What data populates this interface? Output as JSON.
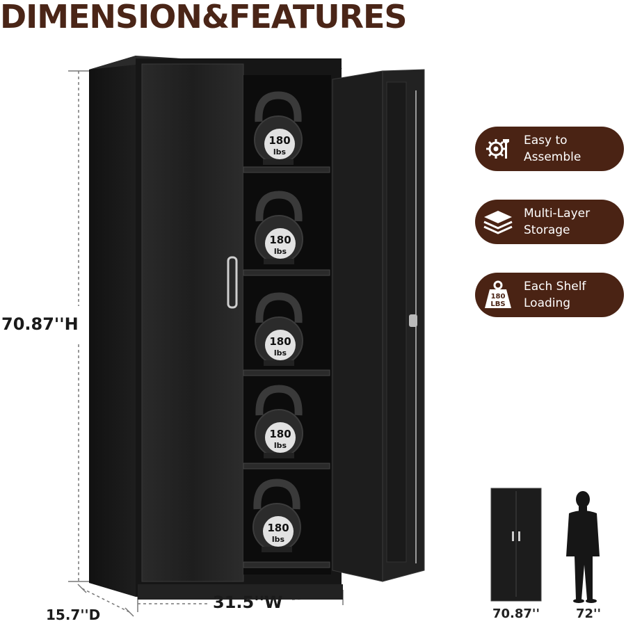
{
  "title": "DIMENSION&FEATURES",
  "dimensions": {
    "height": "70.87''H",
    "width": "31.5''W",
    "depth": "15.7''D"
  },
  "features": [
    {
      "icon": "gear-wrench-icon",
      "line1": "Easy to",
      "line2": "Assemble"
    },
    {
      "icon": "layers-icon",
      "line1": "Multi-Layer",
      "line2": "Storage"
    },
    {
      "icon": "weight-icon",
      "line1": "Each Shelf",
      "line2": "Loading",
      "icon_text_1": "180",
      "icon_text_2": "LBS"
    }
  ],
  "kettlebell": {
    "value": "180",
    "unit": "lbs"
  },
  "comparison": {
    "cabinet_height": "70.87''",
    "person_height": "72''"
  },
  "colors": {
    "brand": "#4a2314",
    "cabinet": "#1c1c1c"
  }
}
